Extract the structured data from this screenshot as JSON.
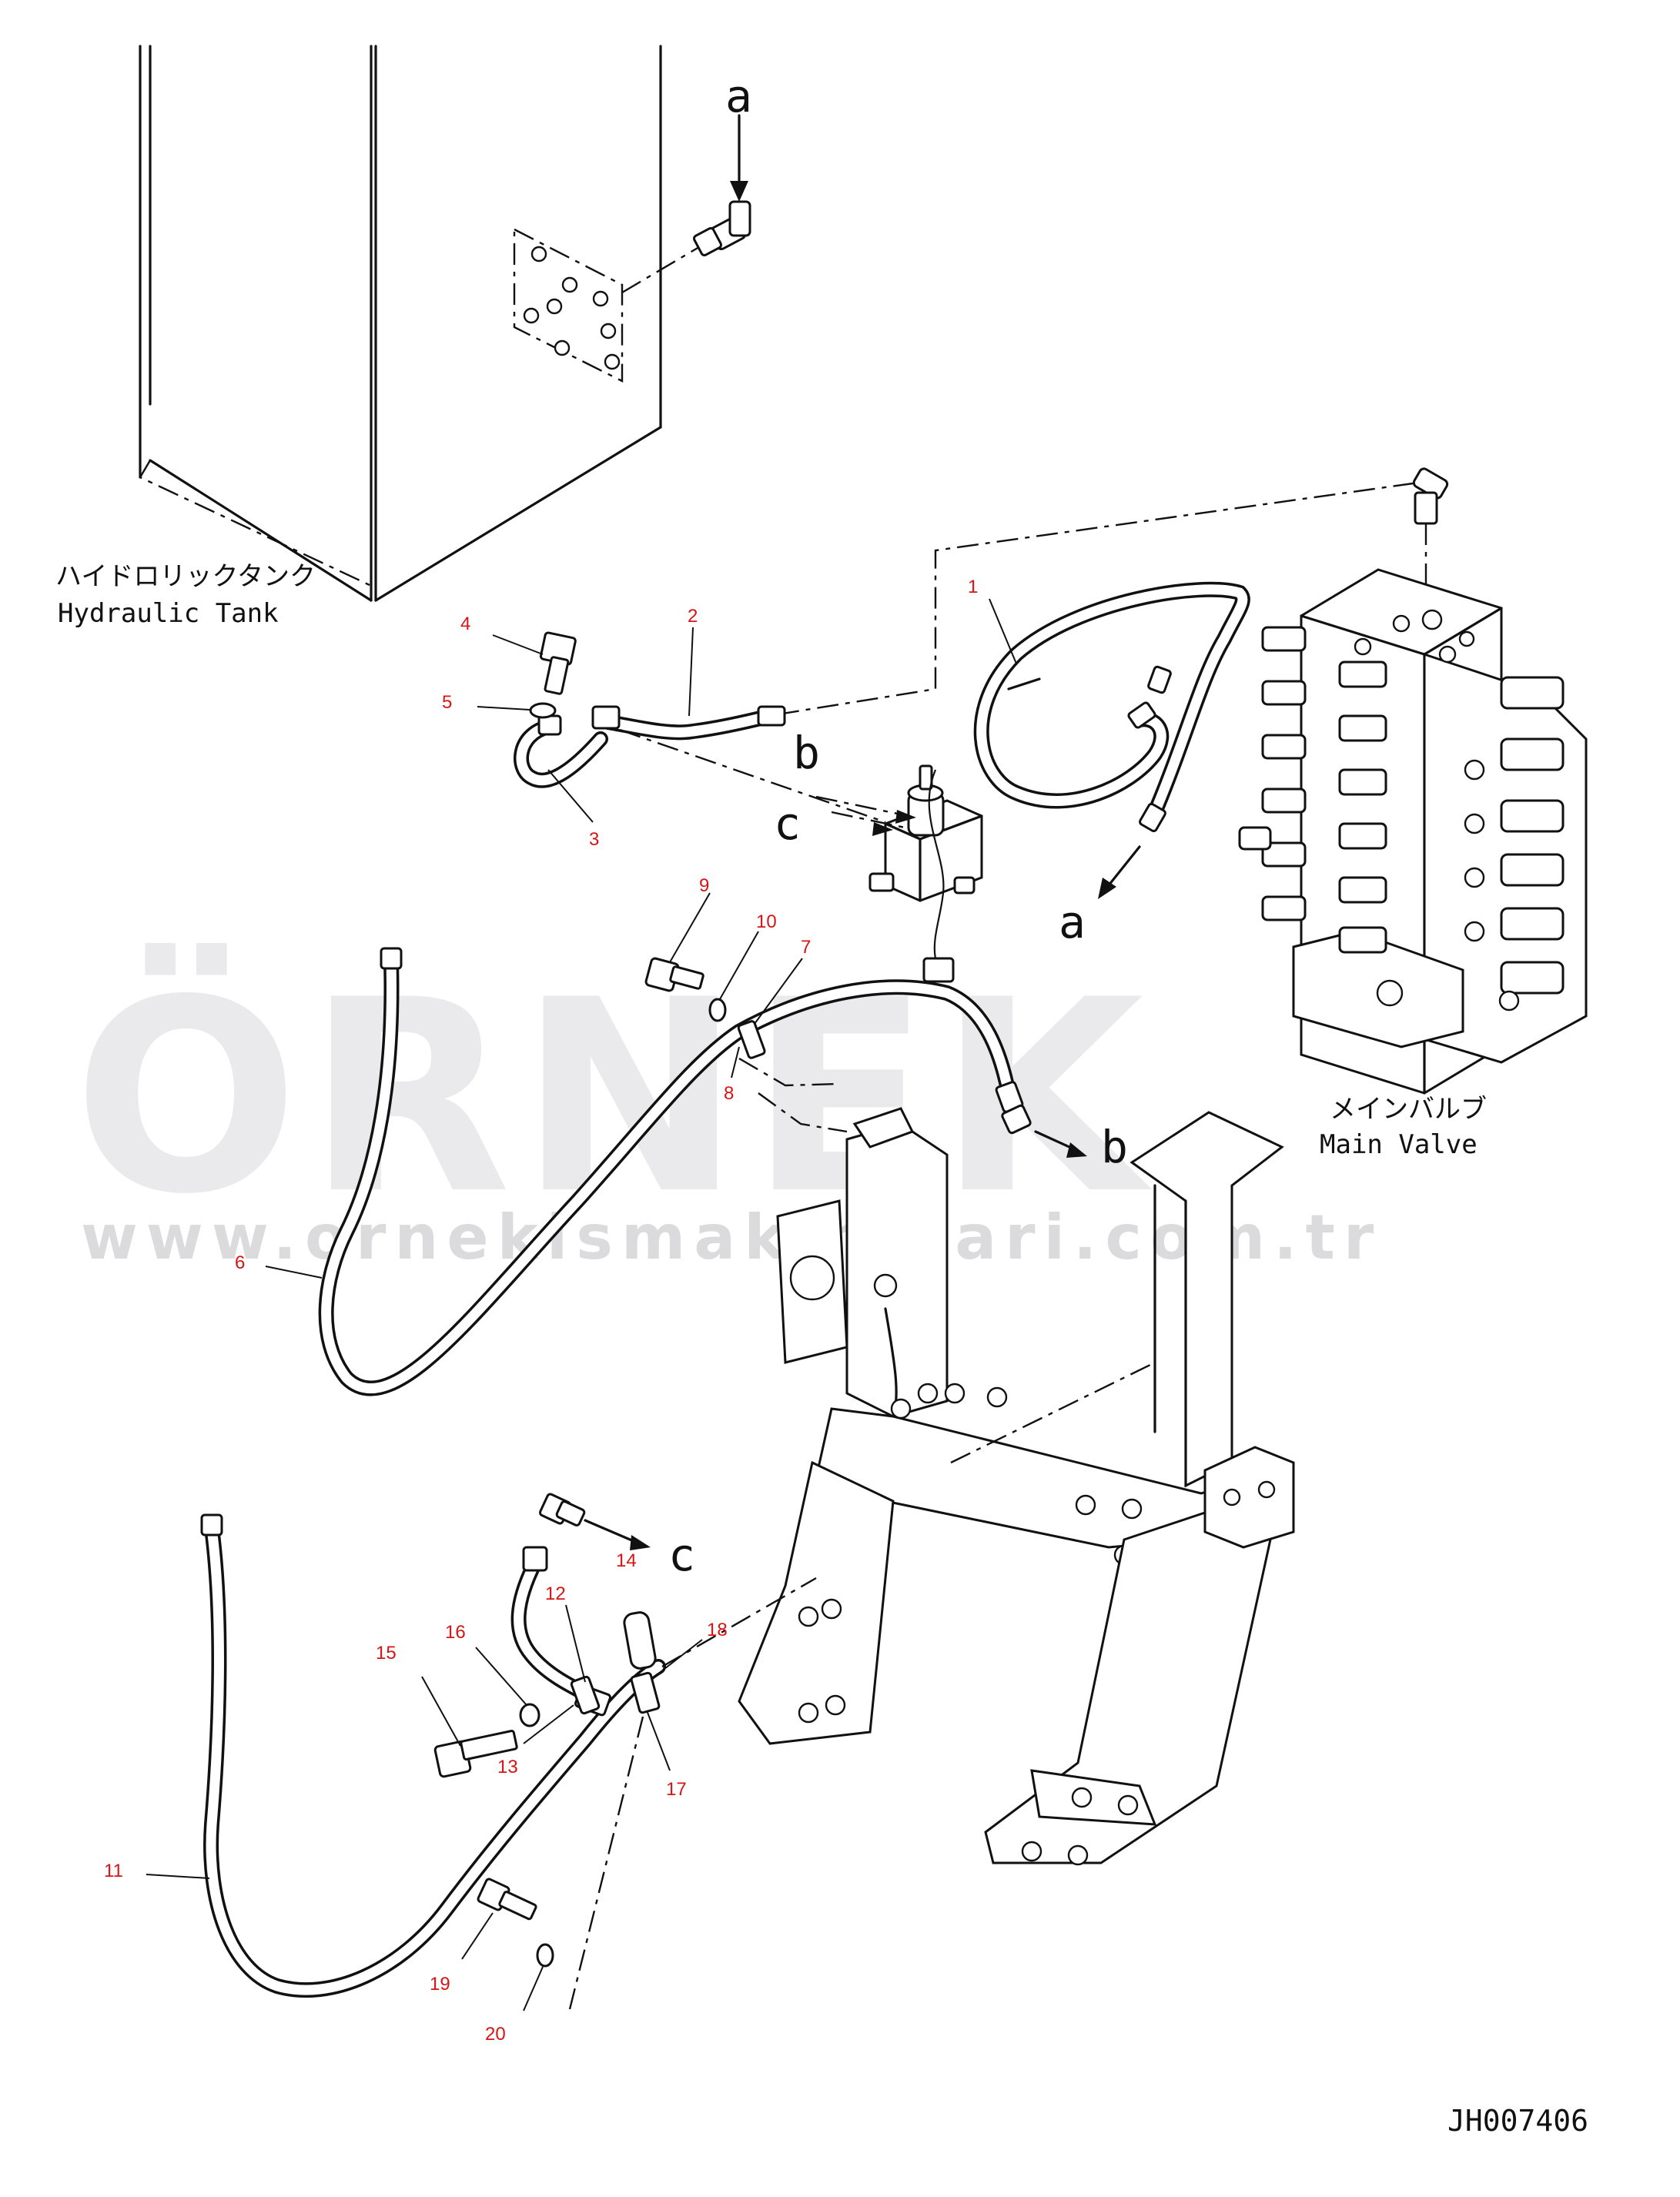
{
  "watermark": {
    "brand": "ÖRNEK",
    "url": "www.ornekismakinalari.com.tr",
    "accent_color": "#f6d36a",
    "text_color": "#d9d9dd"
  },
  "labels": {
    "tank_jp": "ハイドロリックタンク",
    "tank_en": "Hydraulic Tank",
    "valve_jp": "メインバルブ",
    "valve_en": "Main Valve",
    "drawing_no": "JH007406"
  },
  "connection_letters": {
    "a_top": "a",
    "a_bottom": "a",
    "b_top": "b",
    "b_bottom": "b",
    "c_top": "c",
    "c_bottom": "c"
  },
  "callouts": {
    "c1": "1",
    "c2": "2",
    "c3": "3",
    "c4": "4",
    "c5": "5",
    "c6": "6",
    "c7": "7",
    "c8": "8",
    "c9": "9",
    "c10": "10",
    "c11": "11",
    "c12": "12",
    "c13": "13",
    "c14": "14",
    "c15": "15",
    "c16": "16",
    "c17": "17",
    "c18": "18",
    "c19": "19",
    "c20": "20"
  },
  "colors": {
    "line": "#111111",
    "callout": "#d81414"
  }
}
